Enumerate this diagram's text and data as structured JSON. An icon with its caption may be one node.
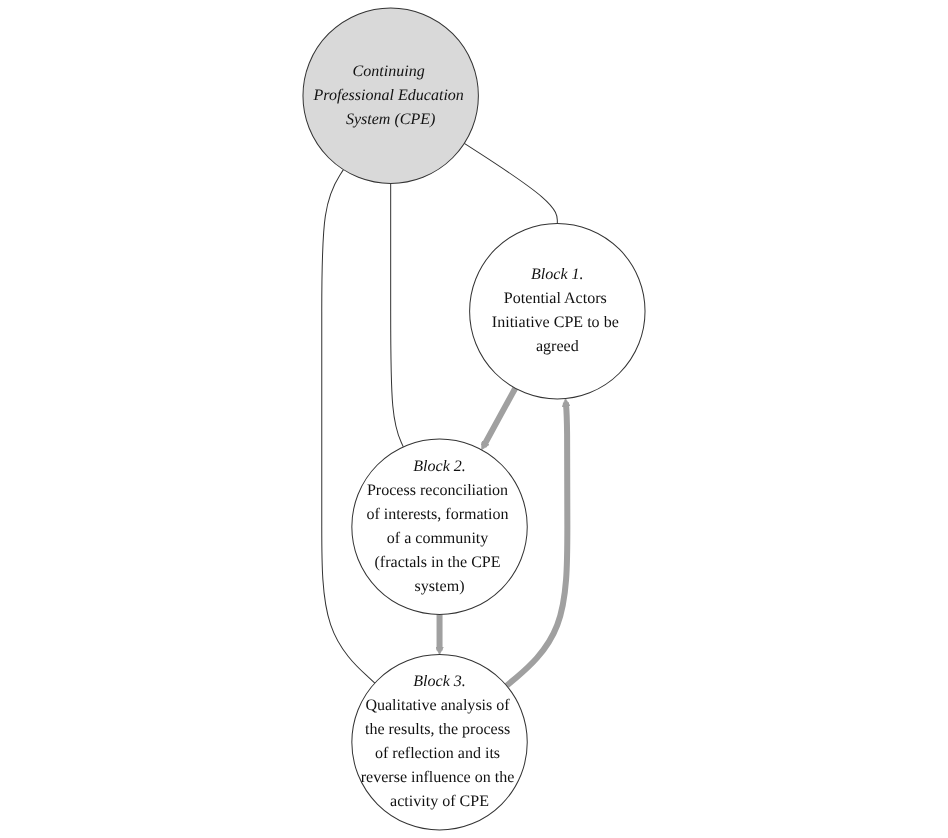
{
  "diagram": {
    "nodes": [
      {
        "text": [
          "Block 1.",
          "Potential Actors Initiative CPE to be agreed"
        ]
      },
      {
        "text": [
          "Continuing Professional Education System (CPE)"
        ]
      },
      {
        "text": [
          "Block 2.",
          "Process reconciliation of interests, formation of a community (fractals in the CPE system)"
        ]
      },
      {
        "text": [
          "Block 3.",
          "Qualitative analysis of the results, the process of reflection and its reverse influence on the activity of CPE"
        ]
      }
    ],
    "edges": [
      {
        "from": 1,
        "to": 0,
        "arrow": "none"
      },
      {
        "from": 1,
        "to": 2,
        "arrow": "none"
      },
      {
        "from": 1,
        "to": 3,
        "arrow": "none"
      },
      {
        "from": 0,
        "to": 2,
        "arrow": "to",
        "style": "thick",
        "color": "#a0a0a0"
      },
      {
        "from": 2,
        "to": 3,
        "arrow": "to",
        "style": "thick",
        "color": "#a0a0a0"
      },
      {
        "from": 3,
        "to": 0,
        "arrow": "to",
        "style": "thick",
        "color": "#a0a0a0"
      }
    ]
  }
}
